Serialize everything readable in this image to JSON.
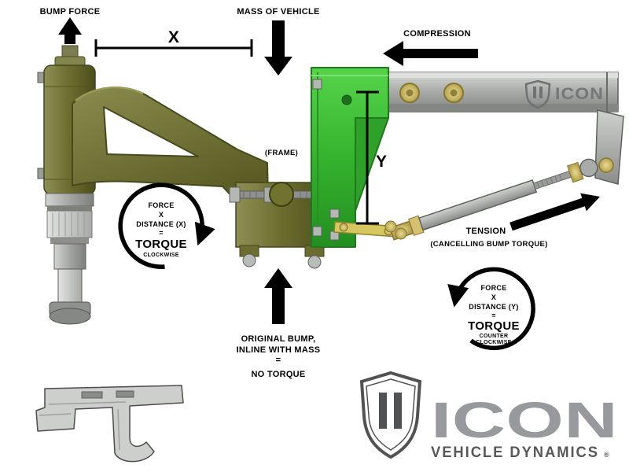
{
  "diagram": {
    "top": {
      "bump_force": "BUMP FORCE",
      "x_label": "X",
      "mass_of_vehicle": "MASS OF VEHICLE",
      "compression": "COMPRESSION"
    },
    "middle": {
      "frame_label": "(FRAME)",
      "y_label": "Y"
    },
    "torque_cw": {
      "force": "FORCE",
      "times": "X",
      "distance": "DISTANCE (X)",
      "equals": "=",
      "torque": "TORQUE",
      "direction": "CLOCKWISE"
    },
    "torque_ccw": {
      "force": "FORCE",
      "times": "X",
      "distance": "DISTANCE (Y)",
      "equals": "=",
      "torque": "TORQUE",
      "direction_1": "COUNTER",
      "direction_2": "CLOCKWISE"
    },
    "tension": {
      "title": "TENSION",
      "subtitle": "(CANCELLING BUMP TORQUE)"
    },
    "original_bump": {
      "line1": "ORIGINAL BUMP,",
      "line2": "INLINE WITH MASS",
      "line3": "=",
      "line4": "NO TORQUE"
    }
  },
  "branding": {
    "rail_logo": "ICON",
    "wordmark": "ICON",
    "subtitle": "VEHICLE DYNAMICS",
    "registered": "®"
  },
  "colors": {
    "arm_olive": "#6e7030",
    "bracket_green": "#3fae35",
    "frame_gray": "#aeb0af",
    "hardware_gold": "#c9b568",
    "annotation_black": "#000000",
    "logo_gray": "#97999c",
    "logo_dark": "#57585b"
  }
}
